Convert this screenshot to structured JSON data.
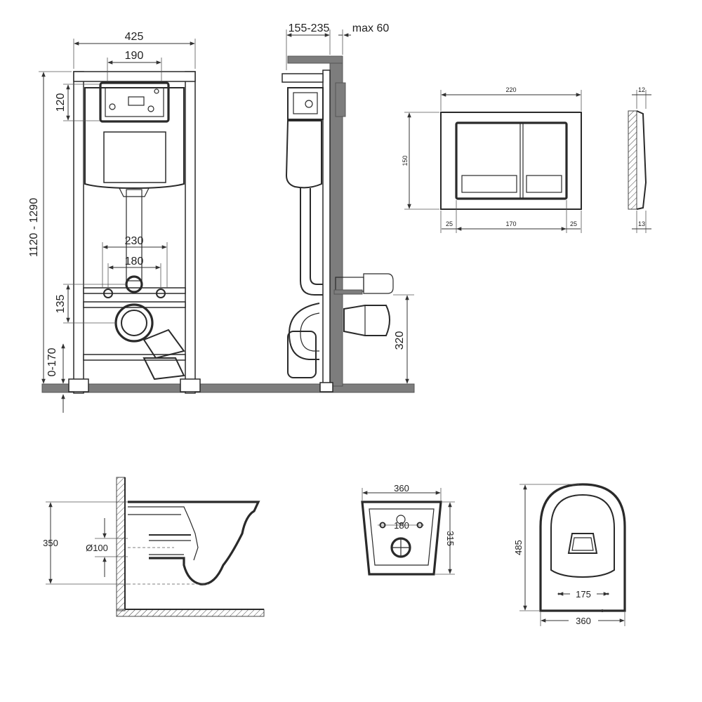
{
  "colors": {
    "ink": "#2a2a2a",
    "wall": "#7d7d7d",
    "background": "#ffffff"
  },
  "frame_front": {
    "width": "425",
    "panel_width": "190",
    "height": "1120 - 1290",
    "top_offset": "120",
    "bolt_spacing_outer": "230",
    "bolt_spacing_inner": "180",
    "outlet_offset": "135",
    "foot_adjust": "0-170"
  },
  "frame_side": {
    "depth": "155-235",
    "wall_max": "max 60",
    "outlet_height": "320"
  },
  "flush_plate": {
    "width": "220",
    "height": "150",
    "margin_left": "25",
    "inner_width": "170",
    "margin_right": "25",
    "thickness_top": "12",
    "thickness_bottom": "13"
  },
  "bowl_side": {
    "height": "350",
    "pipe_diameter": "Ø100"
  },
  "bowl_back": {
    "width": "360",
    "bolt_spacing": "180",
    "height": "315"
  },
  "bowl_top": {
    "length": "485",
    "seat_bolts": "175",
    "width": "360"
  }
}
